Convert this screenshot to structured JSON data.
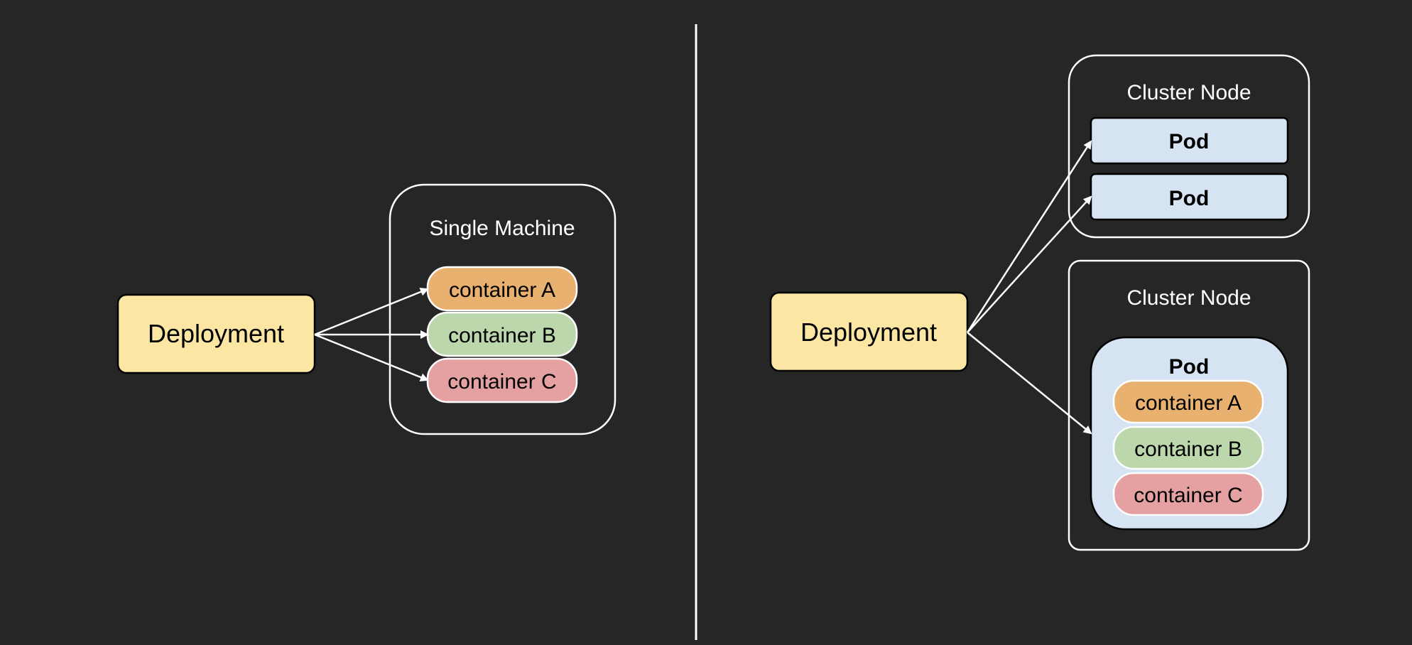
{
  "colors": {
    "background": "#262626",
    "stroke": "#ffffff",
    "deployment_fill": "#fce6a4",
    "pod_fill": "#d5e3f3",
    "container_a_fill": "#e9b170",
    "container_b_fill": "#bcd7ac",
    "container_c_fill": "#e5a1a1"
  },
  "left": {
    "deployment_label": "Deployment",
    "machine_label": "Single Machine",
    "containers": [
      "container A",
      "container B",
      "container C"
    ]
  },
  "right": {
    "deployment_label": "Deployment",
    "node_1": {
      "label": "Cluster Node",
      "pods": [
        "Pod",
        "Pod"
      ]
    },
    "node_2": {
      "label": "Cluster Node",
      "pod_label": "Pod",
      "containers": [
        "container A",
        "container B",
        "container C"
      ]
    }
  }
}
